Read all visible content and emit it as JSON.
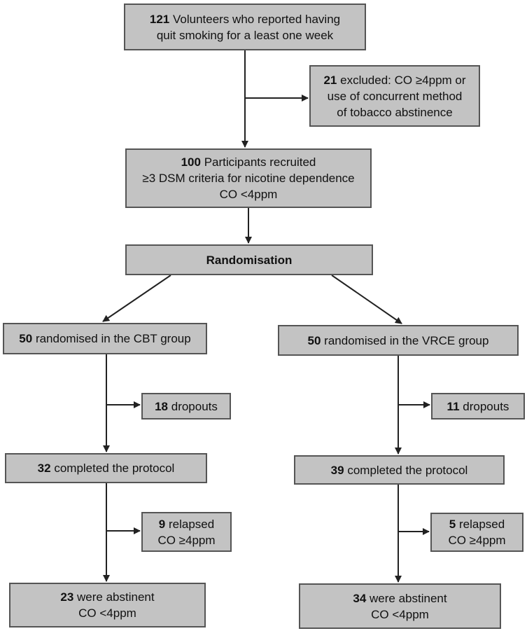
{
  "boxes": {
    "volunteers": {
      "count": "121",
      "line1": "Volunteers who reported having",
      "line2": "quit smoking for a least one week"
    },
    "excluded": {
      "count": "21",
      "line1": "excluded:  CO ≥4ppm or",
      "line2": "use of concurrent method",
      "line3": "of tobacco abstinence"
    },
    "recruited": {
      "count": "100",
      "line1": "Participants recruited",
      "line2": "≥3 DSM criteria for nicotine dependence",
      "line3": "CO <4ppm"
    },
    "randomisation": {
      "label": "Randomisation"
    },
    "cbt": {
      "randomised": {
        "count": "50",
        "text": "randomised in the CBT group"
      },
      "dropouts": {
        "count": "18",
        "text": "dropouts"
      },
      "completed": {
        "count": "32",
        "text": "completed the protocol"
      },
      "relapsed": {
        "count": "9",
        "text": "relapsed",
        "line2": "CO ≥4ppm"
      },
      "abstinent": {
        "count": "23",
        "text": "were abstinent",
        "line2": "CO <4ppm"
      }
    },
    "vrce": {
      "randomised": {
        "count": "50",
        "text": "randomised in the VRCE group"
      },
      "dropouts": {
        "count": "11",
        "text": "dropouts"
      },
      "completed": {
        "count": "39",
        "text": "completed the protocol"
      },
      "relapsed": {
        "count": "5",
        "text": "relapsed",
        "line2": "CO ≥4ppm"
      },
      "abstinent": {
        "count": "34",
        "text": "were abstinent",
        "line2": "CO <4ppm"
      }
    }
  },
  "colors": {
    "box_fill": "#c3c3c3",
    "box_border": "#555555",
    "connector": "#222222"
  }
}
